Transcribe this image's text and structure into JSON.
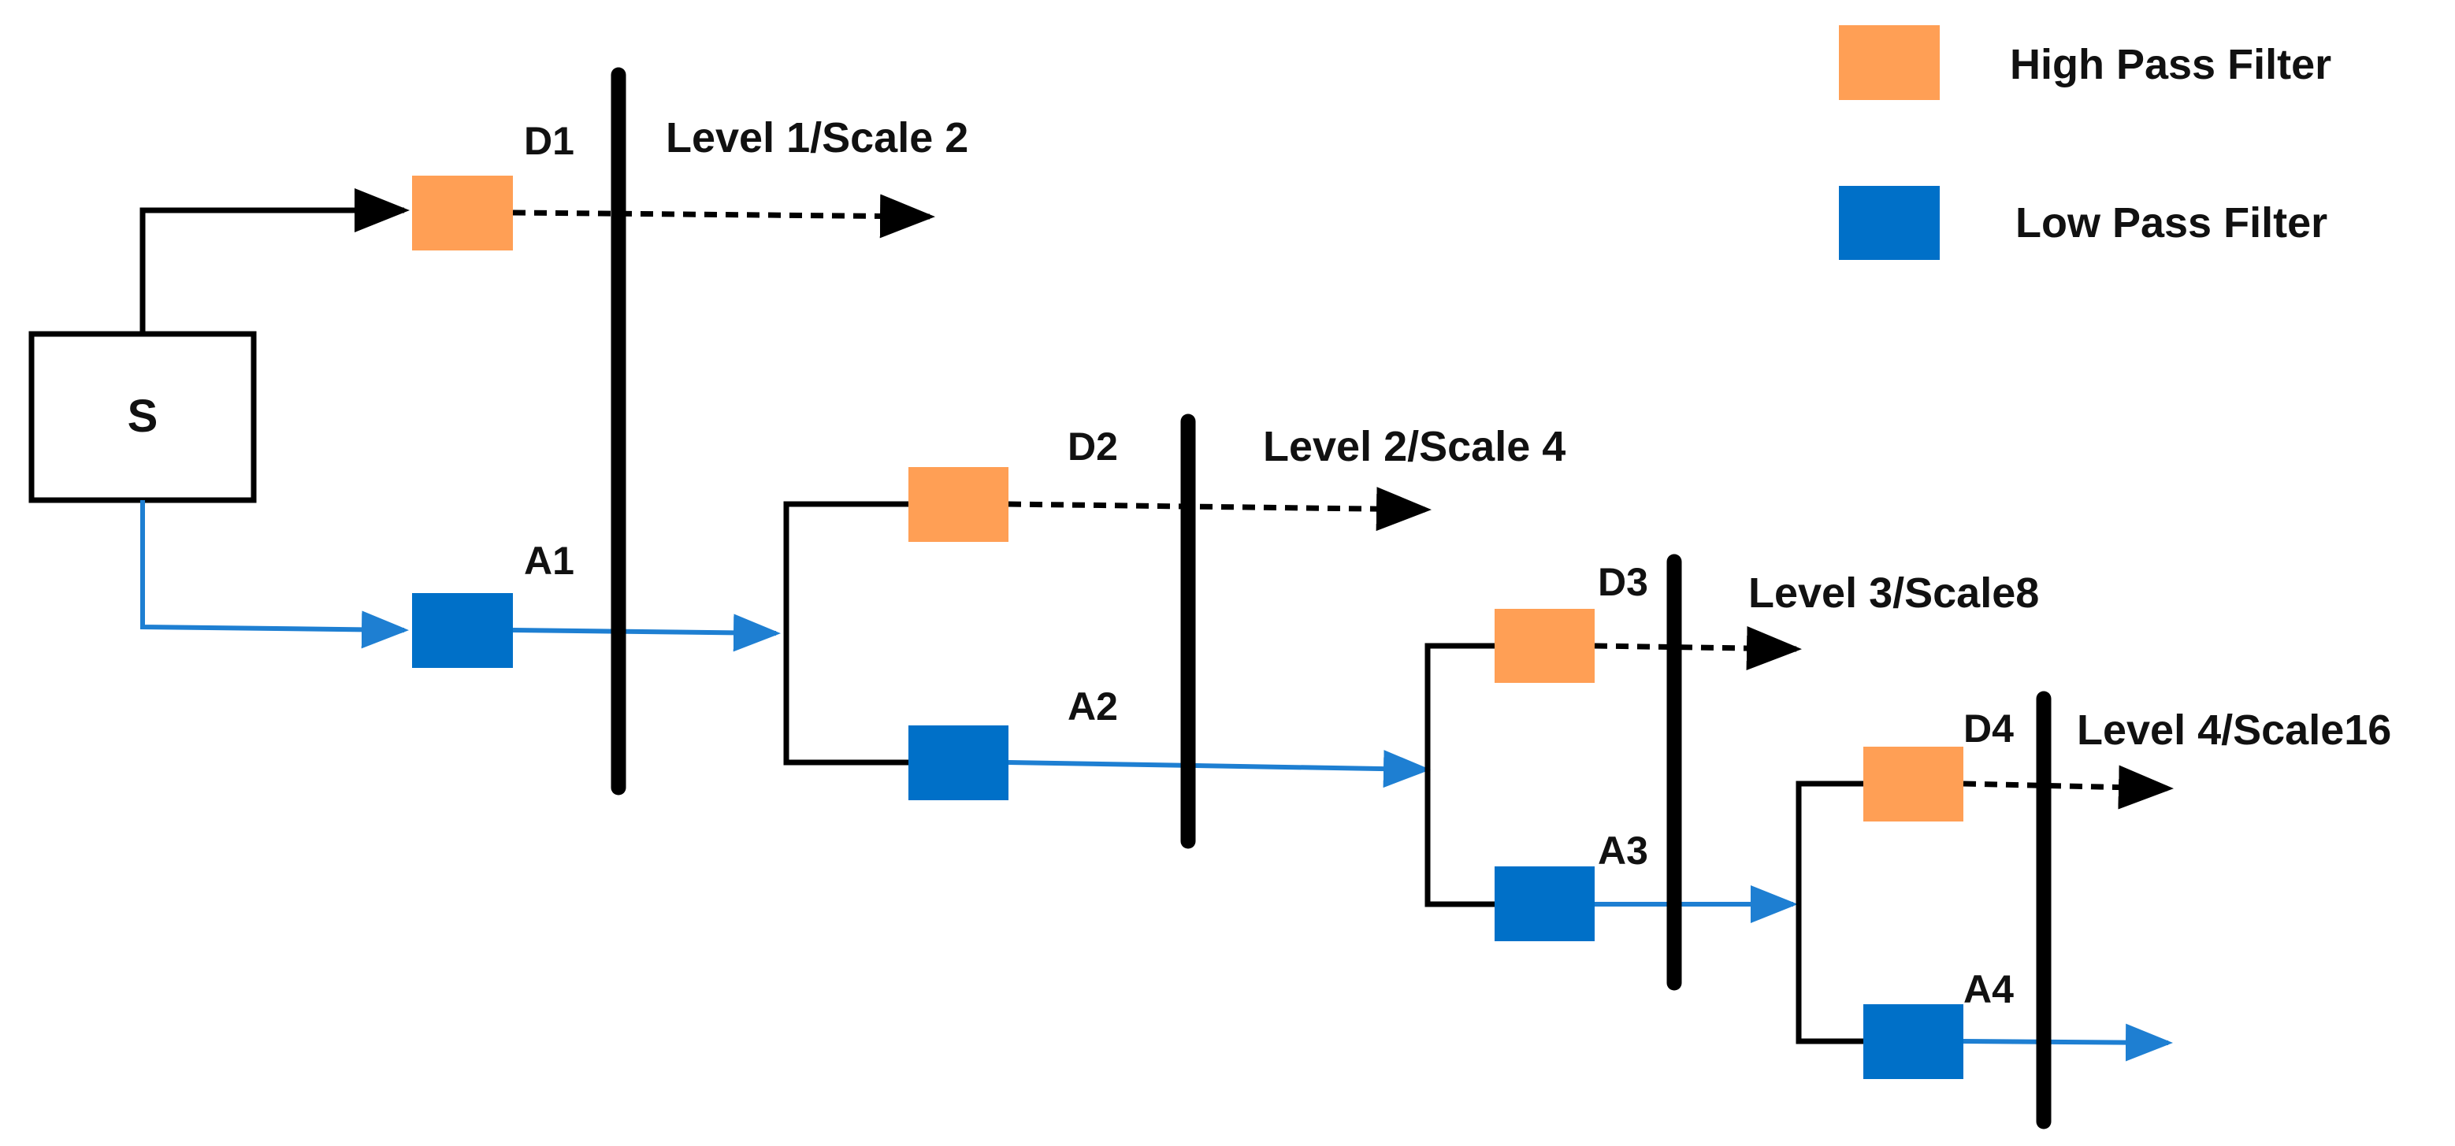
{
  "colors": {
    "high_pass": "#FF9F55",
    "low_pass": "#0070C8",
    "blue_wire": "#1E7FD2",
    "black": "#000000"
  },
  "source": {
    "label": "S"
  },
  "legend": {
    "high_pass_label": "High Pass Filter",
    "low_pass_label": "Low Pass Filter"
  },
  "levels": [
    {
      "detail": "D1",
      "approx": "A1",
      "label": "Level 1/Scale 2"
    },
    {
      "detail": "D2",
      "approx": "A2",
      "label": "Level 2/Scale 4"
    },
    {
      "detail": "D3",
      "approx": "A3",
      "label": "Level 3/Scale8"
    },
    {
      "detail": "D4",
      "approx": "A4",
      "label": "Level 4/Scale16"
    }
  ]
}
